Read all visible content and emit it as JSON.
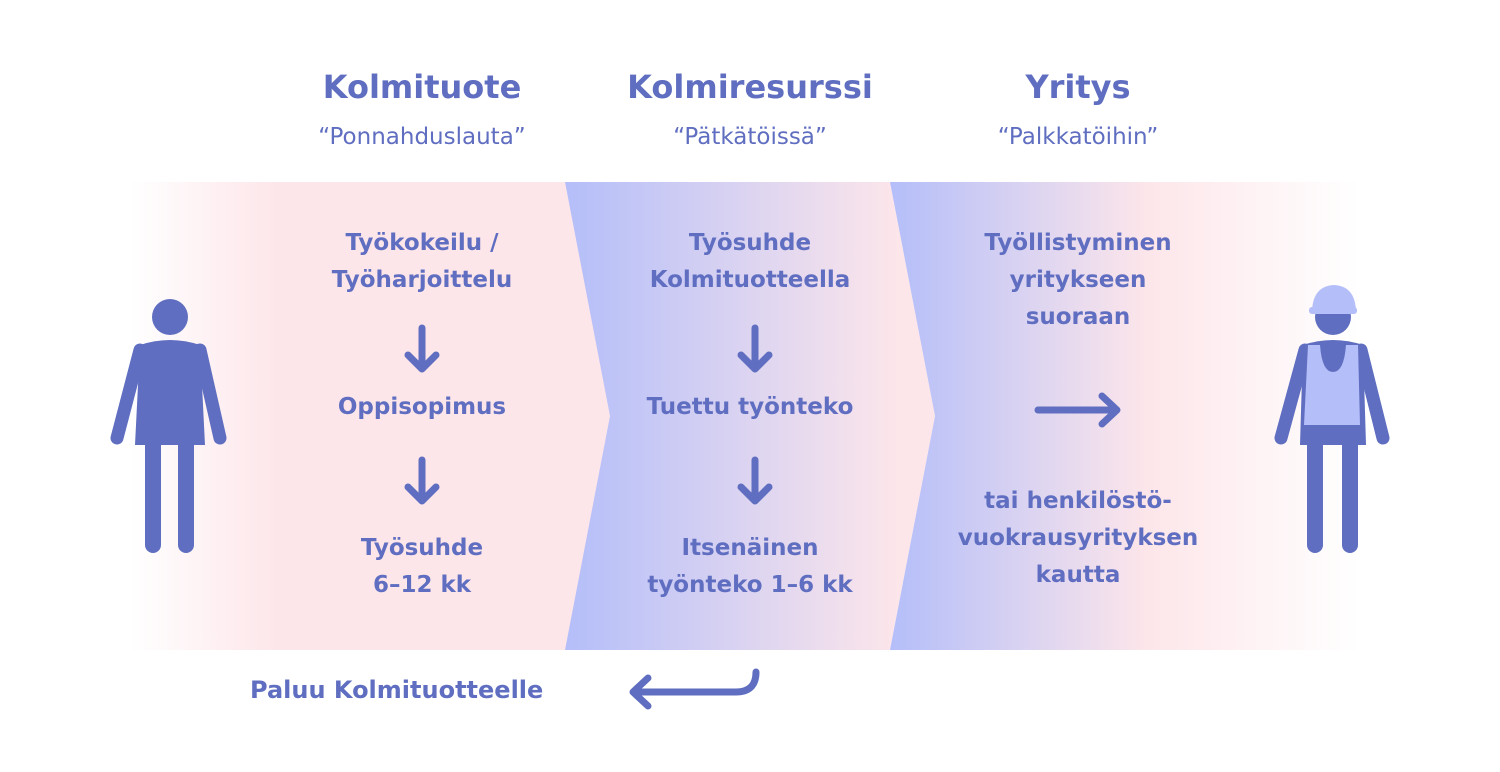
{
  "colors": {
    "primary": "#5f6ec0",
    "light_blue": "#b4bef9",
    "pink": "#fde6ea"
  },
  "columns": [
    {
      "title": "Kolmituote",
      "subtitle": "“Ponnahduslauta”",
      "steps": [
        "Työkokeilu /\nTyöharjoittelu",
        "Oppisopimus",
        "Työsuhde\n6–12 kk"
      ]
    },
    {
      "title": "Kolmiresurssi",
      "subtitle": "“Pätkätöissä”",
      "steps": [
        "Työsuhde\nKolmituotteella",
        "Tuettu työnteko",
        "Itsenäinen\ntyönteko 1–6 kk"
      ]
    },
    {
      "title": "Yritys",
      "subtitle": "“Palkkatöihin”",
      "steps": [
        "Työllistyminen\nyritykseen\nsuoraan",
        "tai henkilöstö-\nvuokrausyrityksen\nkautta"
      ]
    }
  ],
  "return_label": "Paluu Kolmituotteelle",
  "icons": [
    "person-icon",
    "worker-icon",
    "arrow-down-icon",
    "arrow-right-icon",
    "return-arrow-icon"
  ]
}
